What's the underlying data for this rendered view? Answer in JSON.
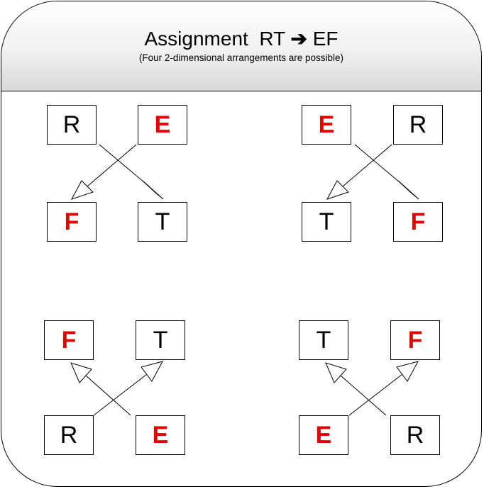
{
  "header": {
    "title_prefix": "Assignment  RT ",
    "arrow_glyph": "➔",
    "title_suffix": " EF",
    "subtitle": "(Four 2-dimensional arrangements are possible)"
  },
  "colors": {
    "highlight": "#e60000",
    "normal": "#000000"
  },
  "arrangements": [
    {
      "top_left": "R",
      "top_right": "E",
      "bottom_left": "F",
      "bottom_right": "T"
    },
    {
      "top_left": "E",
      "top_right": "R",
      "bottom_left": "T",
      "bottom_right": "F"
    },
    {
      "top_left": "F",
      "top_right": "T",
      "bottom_left": "R",
      "bottom_right": "E"
    },
    {
      "top_left": "T",
      "top_right": "F",
      "bottom_left": "E",
      "bottom_right": "R"
    }
  ]
}
